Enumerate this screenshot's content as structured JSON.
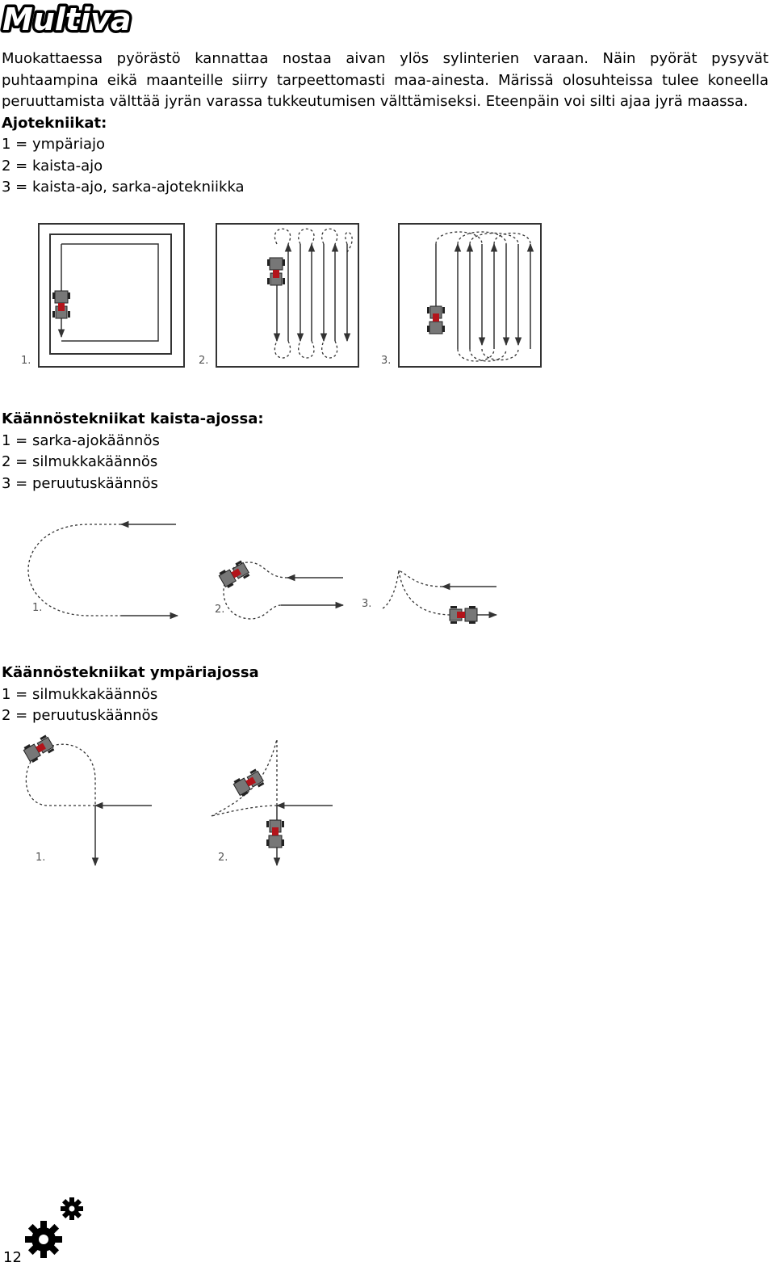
{
  "brand": {
    "name": "Multiva"
  },
  "intro": {
    "text": "Muokattaessa pyörästö kannattaa nostaa aivan ylös sylinterien varaan. Näin pyörät pysyvät puhtaampina eikä maanteille siirry tarpeettomasti maa-ainesta. Märissä olosuhteissa tulee koneella peruuttamista välttää jyrän varassa tukkeutumisen välttämiseksi. Eteenpäin voi silti ajaa jyrä maassa."
  },
  "section1": {
    "title": "Ajotekniikat:",
    "items": [
      "1 = ympäriajo",
      "2 = kaista-ajo",
      "3 = kaista-ajo, sarka-ajotekniikka"
    ],
    "figure_labels": [
      "1.",
      "2.",
      "3."
    ]
  },
  "section2": {
    "title": "Käännöstekniikat kaista-ajossa:",
    "items": [
      "1 = sarka-ajokäännös",
      "2 = silmukkakäännös",
      "3 = peruutuskäännös"
    ],
    "figure_labels": [
      "1.",
      "2.",
      "3."
    ]
  },
  "section3": {
    "title": "Käännöstekniikat ympäriajossa",
    "items": [
      "1 = silmukkakäännös",
      "2 = peruutuskäännös"
    ],
    "figure_labels": [
      "1.",
      "2."
    ]
  },
  "footer": {
    "page_number": "12",
    "icon": "gears-icon"
  },
  "colors": {
    "tractor_body": "#777777",
    "tractor_accent": "#b3141b",
    "line": "#333333"
  }
}
